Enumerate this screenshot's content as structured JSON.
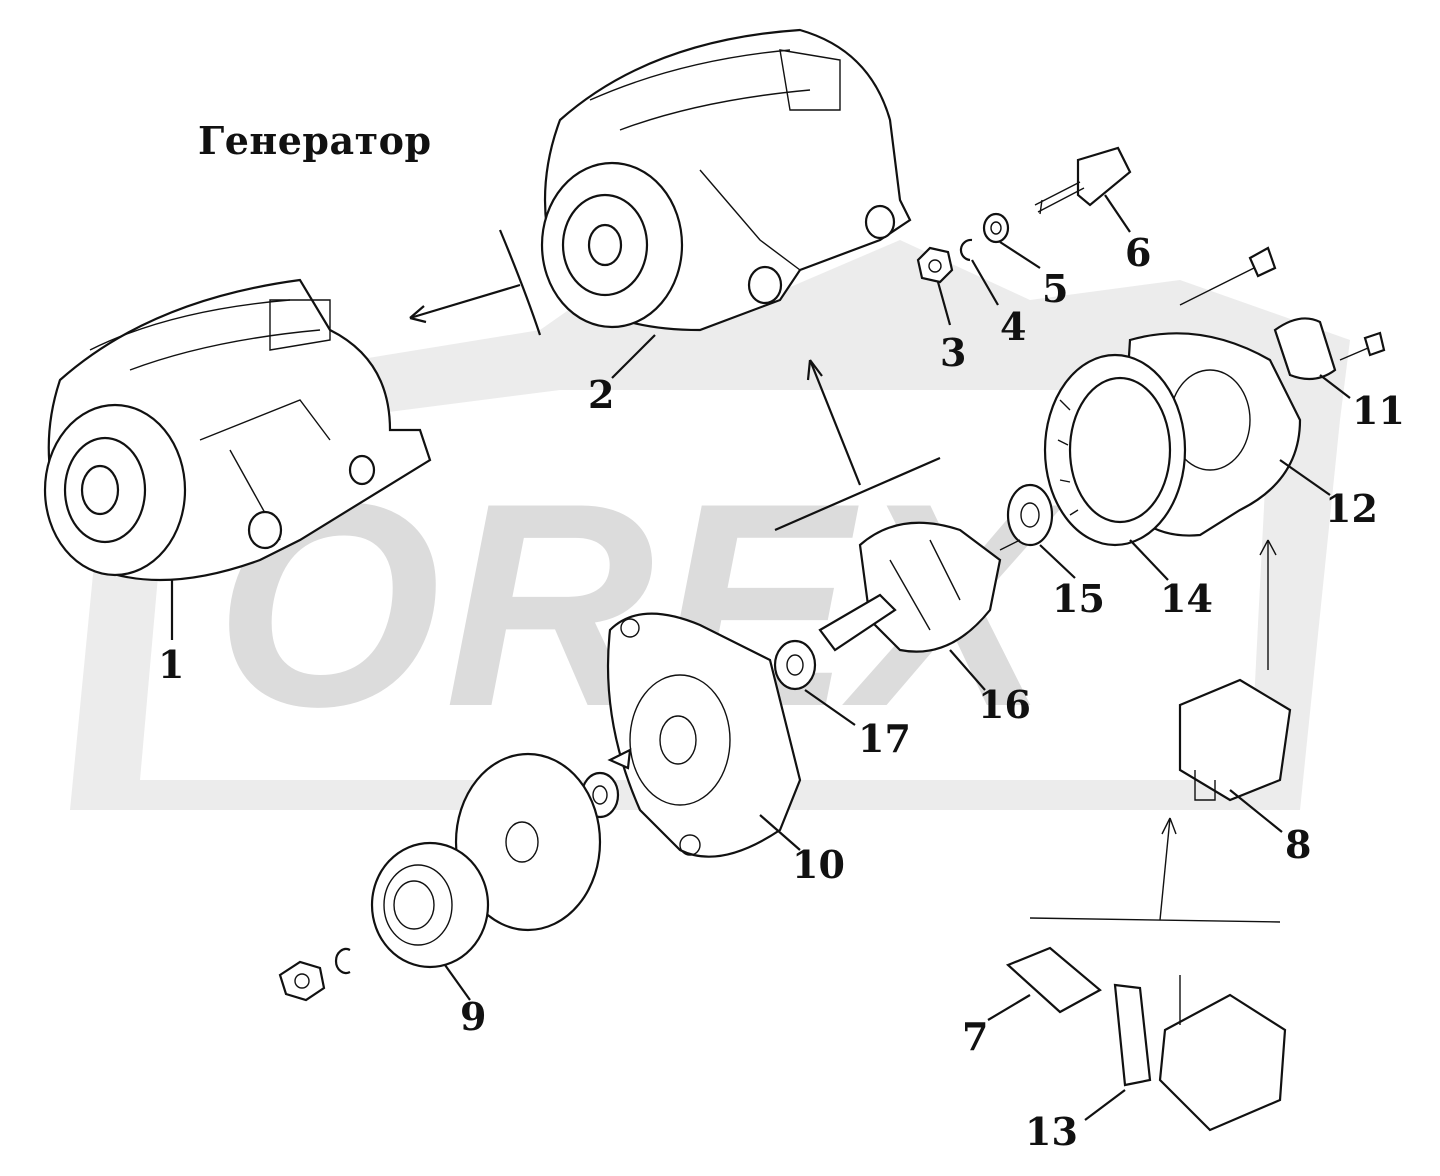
{
  "title": "Генератор",
  "watermark": {
    "text": "OREX",
    "color": "#dcdcdc"
  },
  "callouts": [
    "1",
    "2",
    "3",
    "4",
    "5",
    "6",
    "7",
    "8",
    "9",
    "10",
    "11",
    "12",
    "13",
    "14",
    "15",
    "16",
    "17"
  ]
}
